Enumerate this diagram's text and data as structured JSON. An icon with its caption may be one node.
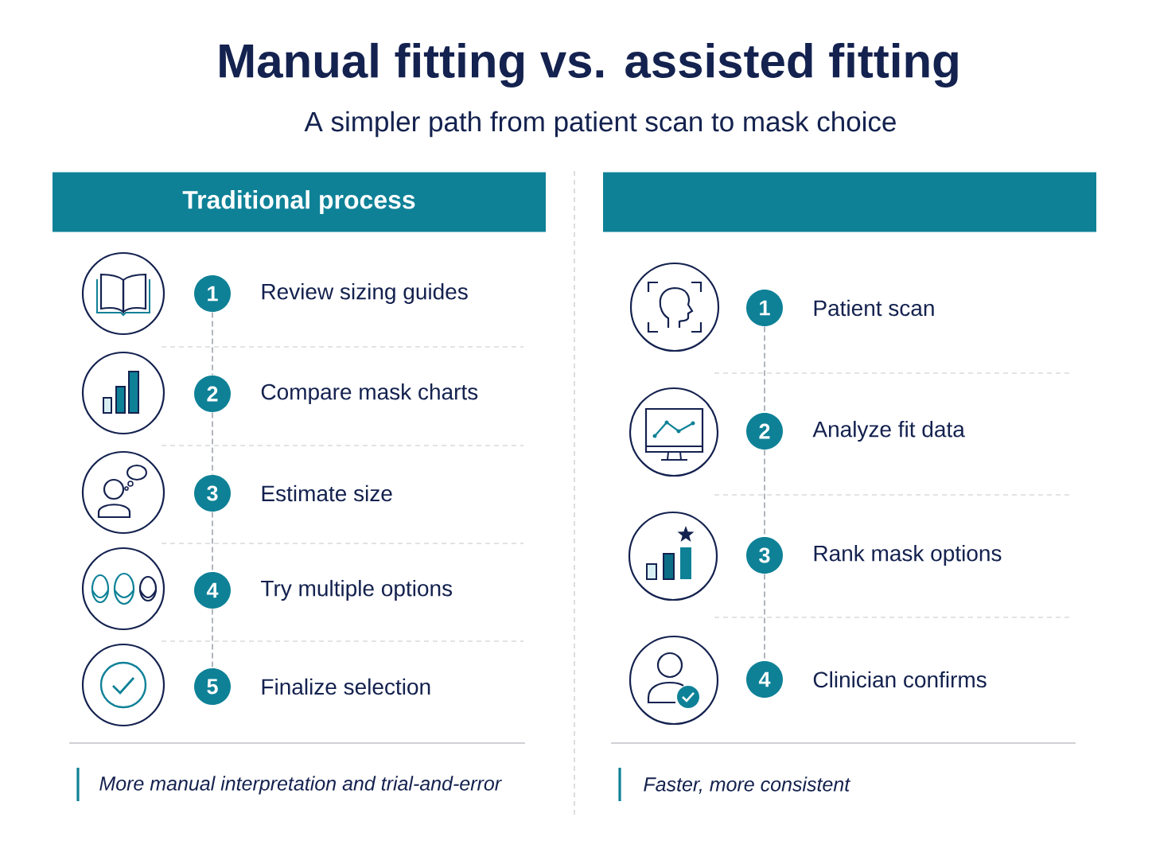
{
  "diagram": {
    "title": "Manual fitting vs. assisted fitting",
    "nodes": [
      {
        "text": [
          "Traditional process"
        ]
      },
      {
        "text": [
          "1"
        ],
        "beside": [
          "Review sizing guides"
        ]
      },
      {
        "text": [
          "2"
        ],
        "beside": [
          "Compare mask charts"
        ]
      },
      {
        "text": [
          "3"
        ],
        "beside": [
          "Estimate size"
        ]
      },
      {
        "text": [
          "4"
        ],
        "beside": [
          "Try multiple options"
        ]
      },
      {
        "text": [
          "5"
        ],
        "beside": [
          "Finalize selection"
        ]
      },
      {
        "text": [],
        "shape": "box"
      },
      {
        "text": [
          "1"
        ],
        "beside": [
          "Patient scan"
        ]
      },
      {
        "text": [
          "2"
        ],
        "beside": [
          "Analyze fit data"
        ]
      },
      {
        "text": [
          "3"
        ],
        "beside": [
          "Rank mask options"
        ]
      },
      {
        "text": [
          "4"
        ],
        "beside": [
          "Clinician confirms"
        ]
      }
    ],
    "edges": [
      {
        "from": 1,
        "to": 2,
        "arrow": "none",
        "style": "dashed"
      },
      {
        "from": 2,
        "to": 3,
        "arrow": "none",
        "style": "dashed"
      },
      {
        "from": 3,
        "to": 4,
        "arrow": "none",
        "style": "dashed"
      },
      {
        "from": 4,
        "to": 5,
        "arrow": "none",
        "style": "dashed"
      },
      {
        "from": 7,
        "to": 8,
        "arrow": "none",
        "style": "dashed"
      },
      {
        "from": 8,
        "to": 9,
        "arrow": "none",
        "style": "dashed"
      },
      {
        "from": 9,
        "to": 10,
        "arrow": "none",
        "style": "dashed"
      }
    ],
    "labels": [
      "A simpler path from patient scan to mask choice",
      "More manual interpretation and trial-and-error",
      "Faster, more consistent"
    ]
  }
}
